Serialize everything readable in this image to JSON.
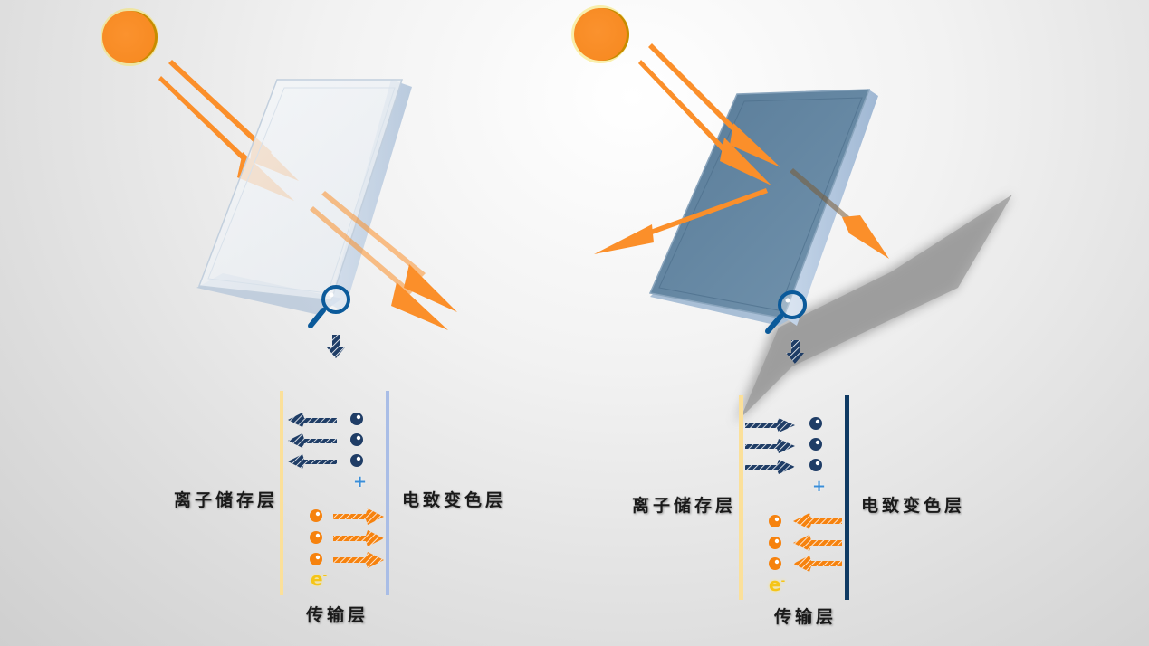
{
  "panels": [
    {
      "state": "transparent",
      "glass_color": "#e8eef5",
      "layers": {
        "ion_storage": "离子储存层",
        "electrochromic": "电致变色层",
        "transport": "传输层"
      },
      "ion_direction": "left",
      "electron_direction": "right",
      "electrochromic_line_color": "#a9bde6",
      "charge_plus": "+",
      "electron_symbol": "e",
      "electron_sup": "-"
    },
    {
      "state": "tinted",
      "glass_color": "#5f83a0",
      "layers": {
        "ion_storage": "离子储存层",
        "electrochromic": "电致变色层",
        "transport": "传输层"
      },
      "ion_direction": "right",
      "electron_direction": "left",
      "electrochromic_line_color": "#0f3a63",
      "charge_plus": "+",
      "electron_symbol": "e",
      "electron_sup": "-"
    }
  ],
  "colors": {
    "sun": "#fb8f2a",
    "sun_glow": "#f6e46a",
    "ray": "#fb8f2a",
    "ion": "#1f3d66",
    "electron": "#f6820e",
    "ion_storage_line": "#fbe09a",
    "magnifier": "#0b5a9a"
  }
}
